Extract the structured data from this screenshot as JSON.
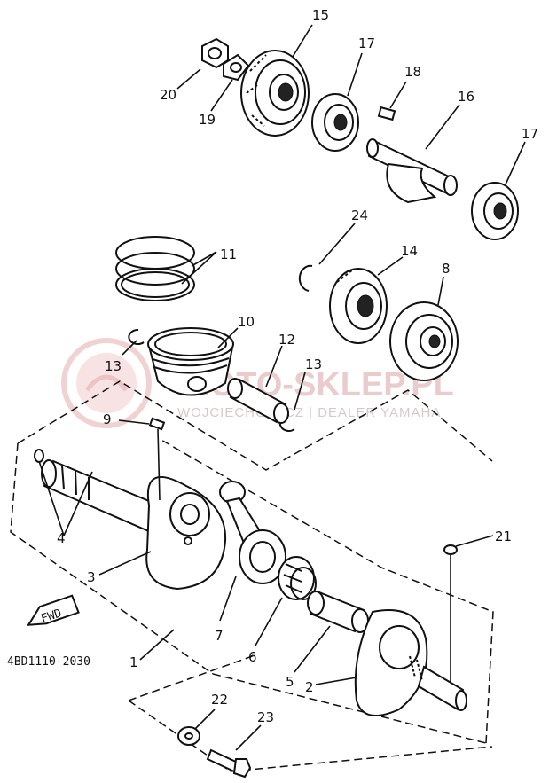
{
  "watermark": {
    "title": "MOTO-SKLEP.PL",
    "subtitle": "WOJCIECHOWICZ | DEALER YAMAHA"
  },
  "diagram_code": "4BD1110-2030",
  "direction_label": "FWD",
  "callouts": {
    "c1": "1",
    "c2": "2",
    "c3": "3",
    "c4": "4",
    "c5": "5",
    "c6": "6",
    "c7": "7",
    "c8": "8",
    "c9": "9",
    "c10": "10",
    "c11": "11",
    "c12": "12",
    "c13a": "13",
    "c13b": "13",
    "c14": "14",
    "c15": "15",
    "c16": "16",
    "c17a": "17",
    "c17b": "17",
    "c18": "18",
    "c19": "19",
    "c20": "20",
    "c21": "21",
    "c22": "22",
    "c23": "23",
    "c24": "24"
  },
  "colors": {
    "ink": "#111111",
    "watermark": "#d9a3a3",
    "background": "#ffffff"
  }
}
